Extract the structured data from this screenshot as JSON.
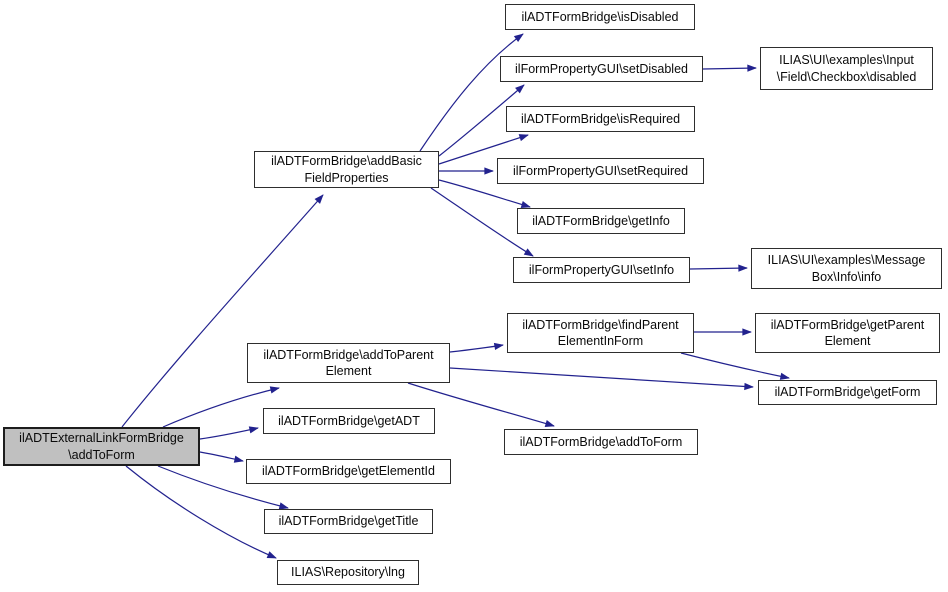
{
  "diagram": {
    "type": "doxygen-call-graph",
    "colors": {
      "edge": "#22228e",
      "node_border": "#2e2e2e",
      "node_fill": "#ffffff",
      "highlight_fill": "#c0c0c0",
      "background": "#ffffff"
    },
    "nodes": [
      {
        "id": "iladtexternallinkformbridge-addtoform",
        "highlight": true,
        "lines": [
          "ilADTExternalLinkFormBridge",
          "\\addToForm"
        ]
      },
      {
        "id": "iladtformbridge-addbasicfieldproperties",
        "highlight": false,
        "lines": [
          "ilADTFormBridge\\addBasic",
          "FieldProperties"
        ]
      },
      {
        "id": "iladtformbridge-isdisabled",
        "highlight": false,
        "lines": [
          "ilADTFormBridge\\isDisabled"
        ]
      },
      {
        "id": "ilformpropertygui-setdisabled",
        "highlight": false,
        "lines": [
          "ilFormPropertyGUI\\setDisabled"
        ]
      },
      {
        "id": "ilias-ui-examples-input-field-checkbox-disabled",
        "highlight": false,
        "lines": [
          "ILIAS\\UI\\examples\\Input",
          "\\Field\\Checkbox\\disabled"
        ]
      },
      {
        "id": "iladtformbridge-isrequired",
        "highlight": false,
        "lines": [
          "ilADTFormBridge\\isRequired"
        ]
      },
      {
        "id": "ilformpropertygui-setrequired",
        "highlight": false,
        "lines": [
          "ilFormPropertyGUI\\setRequired"
        ]
      },
      {
        "id": "iladtformbridge-getinfo",
        "highlight": false,
        "lines": [
          "ilADTFormBridge\\getInfo"
        ]
      },
      {
        "id": "ilformpropertygui-setinfo",
        "highlight": false,
        "lines": [
          "ilFormPropertyGUI\\setInfo"
        ]
      },
      {
        "id": "ilias-ui-examples-messagebox-info-info",
        "highlight": false,
        "lines": [
          "ILIAS\\UI\\examples\\Message",
          "Box\\Info\\info"
        ]
      },
      {
        "id": "iladtformbridge-addtoparentelement",
        "highlight": false,
        "lines": [
          "ilADTFormBridge\\addToParent",
          "Element"
        ]
      },
      {
        "id": "iladtformbridge-findparentelementinform",
        "highlight": false,
        "lines": [
          "ilADTFormBridge\\findParent",
          "ElementInForm"
        ]
      },
      {
        "id": "iladtformbridge-getparentelement",
        "highlight": false,
        "lines": [
          "ilADTFormBridge\\getParent",
          "Element"
        ]
      },
      {
        "id": "iladtformbridge-getform",
        "highlight": false,
        "lines": [
          "ilADTFormBridge\\getForm"
        ]
      },
      {
        "id": "iladtformbridge-addtoform",
        "highlight": false,
        "lines": [
          "ilADTFormBridge\\addToForm"
        ]
      },
      {
        "id": "iladtformbridge-getadt",
        "highlight": false,
        "lines": [
          "ilADTFormBridge\\getADT"
        ]
      },
      {
        "id": "iladtformbridge-getelementid",
        "highlight": false,
        "lines": [
          "ilADTFormBridge\\getElementId"
        ]
      },
      {
        "id": "iladtformbridge-gettitle",
        "highlight": false,
        "lines": [
          "ilADTFormBridge\\getTitle"
        ]
      },
      {
        "id": "ilias-repository-lng",
        "highlight": false,
        "lines": [
          "ILIAS\\Repository\\lng"
        ]
      }
    ],
    "edges": [
      {
        "from": "iladtexternallinkformbridge-addtoform",
        "to": "iladtformbridge-addbasicfieldproperties"
      },
      {
        "from": "iladtexternallinkformbridge-addtoform",
        "to": "iladtformbridge-addtoparentelement"
      },
      {
        "from": "iladtexternallinkformbridge-addtoform",
        "to": "iladtformbridge-getadt"
      },
      {
        "from": "iladtexternallinkformbridge-addtoform",
        "to": "iladtformbridge-getelementid"
      },
      {
        "from": "iladtexternallinkformbridge-addtoform",
        "to": "iladtformbridge-gettitle"
      },
      {
        "from": "iladtexternallinkformbridge-addtoform",
        "to": "ilias-repository-lng"
      },
      {
        "from": "iladtformbridge-addbasicfieldproperties",
        "to": "iladtformbridge-isdisabled"
      },
      {
        "from": "iladtformbridge-addbasicfieldproperties",
        "to": "ilformpropertygui-setdisabled"
      },
      {
        "from": "iladtformbridge-addbasicfieldproperties",
        "to": "iladtformbridge-isrequired"
      },
      {
        "from": "iladtformbridge-addbasicfieldproperties",
        "to": "ilformpropertygui-setrequired"
      },
      {
        "from": "iladtformbridge-addbasicfieldproperties",
        "to": "iladtformbridge-getinfo"
      },
      {
        "from": "iladtformbridge-addbasicfieldproperties",
        "to": "ilformpropertygui-setinfo"
      },
      {
        "from": "ilformpropertygui-setdisabled",
        "to": "ilias-ui-examples-input-field-checkbox-disabled"
      },
      {
        "from": "ilformpropertygui-setinfo",
        "to": "ilias-ui-examples-messagebox-info-info"
      },
      {
        "from": "iladtformbridge-addtoparentelement",
        "to": "iladtformbridge-findparentelementinform"
      },
      {
        "from": "iladtformbridge-addtoparentelement",
        "to": "iladtformbridge-getform"
      },
      {
        "from": "iladtformbridge-addtoparentelement",
        "to": "iladtformbridge-addtoform"
      },
      {
        "from": "iladtformbridge-findparentelementinform",
        "to": "iladtformbridge-getparentelement"
      },
      {
        "from": "iladtformbridge-findparentelementinform",
        "to": "iladtformbridge-getform"
      }
    ]
  }
}
